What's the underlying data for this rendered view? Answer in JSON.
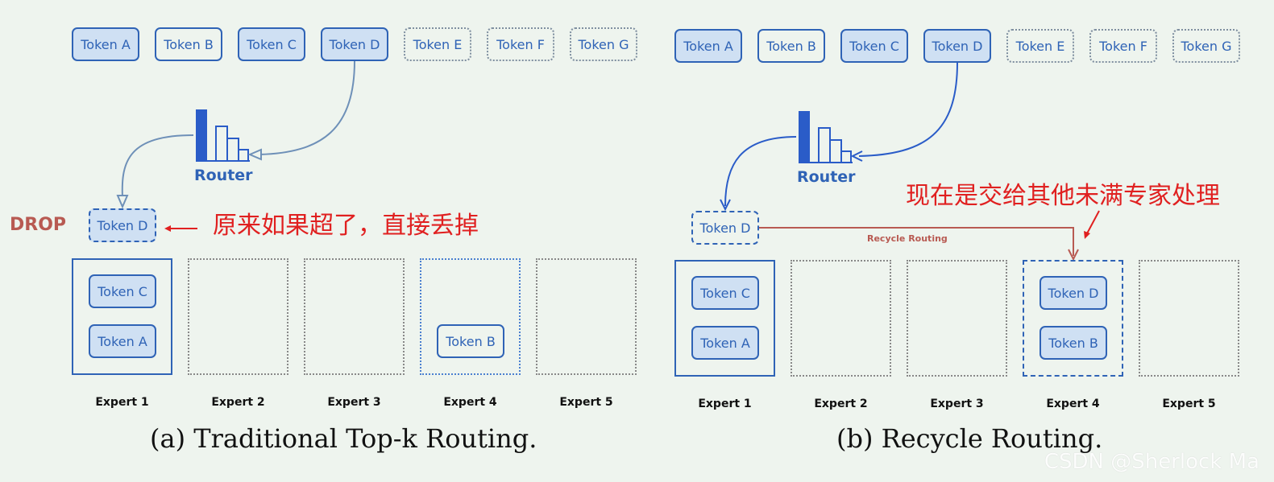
{
  "panel_a": {
    "tokens": [
      "Token A",
      "Token B",
      "Token C",
      "Token D",
      "Token E",
      "Token F",
      "Token G"
    ],
    "router_label": "Router",
    "dropped_token": "Token D",
    "drop_label": "DROP",
    "note": "原来如果超了，直接丢掉",
    "expert_tokens": {
      "expert1_top": "Token C",
      "expert1_bottom": "Token A",
      "expert4": "Token B"
    },
    "expert_labels": [
      "Expert 1",
      "Expert 2",
      "Expert 3",
      "Expert 4",
      "Expert 5"
    ],
    "caption": "(a) Traditional Top-k Routing."
  },
  "panel_b": {
    "tokens": [
      "Token A",
      "Token B",
      "Token C",
      "Token D",
      "Token E",
      "Token F",
      "Token G"
    ],
    "router_label": "Router",
    "recycled_token": "Token D",
    "recycle_label": "Recycle Routing",
    "note": "现在是交给其他未满专家处理",
    "expert_tokens": {
      "expert1_top": "Token C",
      "expert1_bottom": "Token A",
      "expert4_top": "Token D",
      "expert4_bottom": "Token B"
    },
    "expert_labels": [
      "Expert 1",
      "Expert 2",
      "Expert 3",
      "Expert 4",
      "Expert 5"
    ],
    "caption": "(b) Recycle Routing."
  },
  "watermark": "CSDN @Sherlock  Ma",
  "colors": {
    "token_blue": "#2f63b6",
    "token_fill": "#cfe0f3",
    "router_blue": "#2a5cc8",
    "drop_red": "#b85a52",
    "note_red": "#e02020",
    "background": "#eef4ee"
  }
}
